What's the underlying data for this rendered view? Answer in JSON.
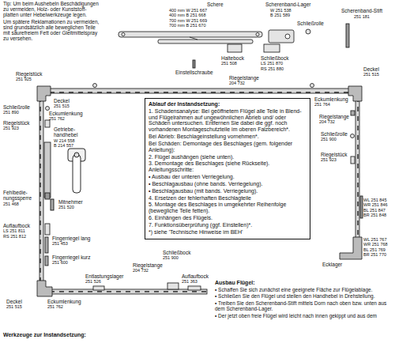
{
  "diagram": {
    "nodes": [
      {
        "text": [
          "Ablauf der Instandsetzung:",
          "1. Schadensanalyse: Bei geöffnetem Flügel alle Teile in Blend- und Flügelrahmen auf ungewöhnlichen Abrieb und/ oder Schäden untersuchen. Entfernen Sie dabei die ggf. noch vorhandenen Montageschutzteile im oberen Falzbereich*.",
          "Bei Abrieb: Beschlageinstellung vornehmen*.",
          "Bei Schäden: Demontage des Beschlages (gem. folgender Anleitung):",
          "2. Flügel aushängen (siehe unten).",
          "3. Demontage des Beschlages (siehe Rückseite). Anleitungsschritte:",
          "• Ausbau der unteren Verriegelung.",
          "• Beschlagausbau (ohne bands. Verriegelung).",
          "• Beschlagausbau (mit bands. Verriegelung).",
          "4. Ersetzen der fehlerhaften Beschlagteile",
          "5. Montage des Beschlages in umgekehrter Reihenfolge (bewegliche Teile fetten).",
          "6. Einhängen des Flügels.",
          "7. Funktionsüberprüfung (ggf. Einstellen)*.",
          "*) siehe 'Technische Hinweise im BEH'"
        ]
      }
    ],
    "labels": [
      "Tip: Um beim Aushebeln Beschädigungen zu vermeiden, Holz- oder Kunststoff- platten unter Hebelwerkzeuge legen.",
      "Um spätere Reklamationen zu vermeiden, sind grundsätzlich alle beweglichen Teile mit säurefreiem Fett oder Gleitmittelspray zu versehen.",
      "Schere",
      "400 mm W 251 667",
      "400 mm B 251 668",
      "700 mm W 251 669",
      "700 mm B 251 670",
      "Scherenband-Lager",
      "W 251 538",
      "B 251 589",
      "Scherenband-Stift",
      "251 181",
      "Schließrolle",
      "Haltebock",
      "251 508",
      "Schließbock",
      "LS 251 870",
      "RS 251 880",
      "Einstellschraube",
      "Riegelstange",
      "204 732",
      "Deckel",
      "251 515",
      "Riegelstück",
      "251 925",
      "Deckel",
      "251 515",
      "Eckumlenkung",
      "251 762",
      "Schließrolle",
      "251 890",
      "Riegelstück",
      "251 923",
      "Getriebe- handhebel",
      "W 214 558",
      "B 214 557",
      "Fehlbedie- nungssperre",
      "251 468",
      "Mitnehmer",
      "251 520",
      "Auflaufbock",
      "LS 251 811",
      "RS 251 812",
      "Fingerriegel lang",
      "251 453",
      "Fingerriegel kurz",
      "251 600",
      "Entlastungslager",
      "251 526",
      "Riegelstange",
      "204 732",
      "Schließbock",
      "251 900",
      "Auflaufbock",
      "251 363",
      "Deckel",
      "251 515",
      "Eckumlenkung",
      "251 762",
      "Werkzeuge zur Instandsetzung:",
      "Eckumlenkung",
      "251 764",
      "Riegelstange",
      "204 732",
      "Schließrolle",
      "251 900",
      "Riegelstück",
      "251 923",
      "WL 251 845",
      "WR 251 846",
      "BL 251 847",
      "BR 251 848",
      "Ecklager",
      "WL 251 767",
      "WR 251 768",
      "BL 251 769",
      "BR 251 770",
      "Ausbau Flügel:",
      "• Schaffen Sie sich zunächst eine geeignete Fläche zur Flügelablage.",
      "• Schließen Sie den Flügel und stellen den Handhebel in Drehstellung.",
      "• Treiben Sie den Scherenband-Stift mittels Dorn nach oben bzw. unten aus dem Scherenband-Lager.",
      "• Der jetzt oben freie Flügel wird leicht nach innen gekippt und aus dem"
    ]
  }
}
